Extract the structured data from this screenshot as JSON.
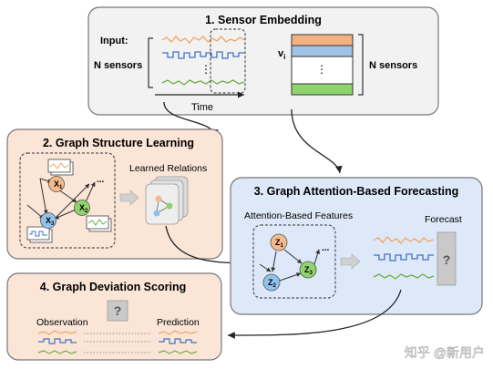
{
  "panels": {
    "sensor_embedding": {
      "title": "1. Sensor Embedding",
      "input_label": "Input:",
      "n_sensors_left": "N sensors",
      "n_sensors_right": "N sensors",
      "vector_label": "v",
      "vector_subscript": "i",
      "time_label": "Time",
      "ellipsis": "⋮"
    },
    "structure_learning": {
      "title": "2. Graph Structure Learning",
      "learned_relations": "Learned Relations",
      "nodes": [
        {
          "main": "X",
          "sub": "1"
        },
        {
          "main": "X",
          "sub": "2"
        },
        {
          "main": "X",
          "sub": "3"
        }
      ],
      "more": "..."
    },
    "forecasting": {
      "title": "3. Graph Attention-Based Forecasting",
      "features_label": "Attention-Based Features",
      "forecast_label": "Forecast",
      "unknown": "?",
      "nodes": [
        {
          "main": "Z",
          "sub": "1"
        },
        {
          "main": "Z",
          "sub": "2"
        },
        {
          "main": "Z",
          "sub": "3"
        }
      ],
      "more": "..."
    },
    "deviation_scoring": {
      "title": "4. Graph Deviation Scoring",
      "observation_label": "Observation",
      "prediction_label": "Prediction",
      "unknown": "?"
    }
  },
  "watermark": "知乎 @新用户",
  "colors": {
    "orange_node": "#f6b98c",
    "green_node": "#8fd36c",
    "blue_node": "#8fc3ec",
    "panel1_bg": "#f2f2f2",
    "panel2_bg": "#fbe5d6",
    "panel3_bg": "#dde9f8",
    "panel4_bg": "#fbe5d6",
    "signal_orange": "#f4a460",
    "signal_blue": "#4472c4",
    "signal_green": "#70ad47"
  }
}
